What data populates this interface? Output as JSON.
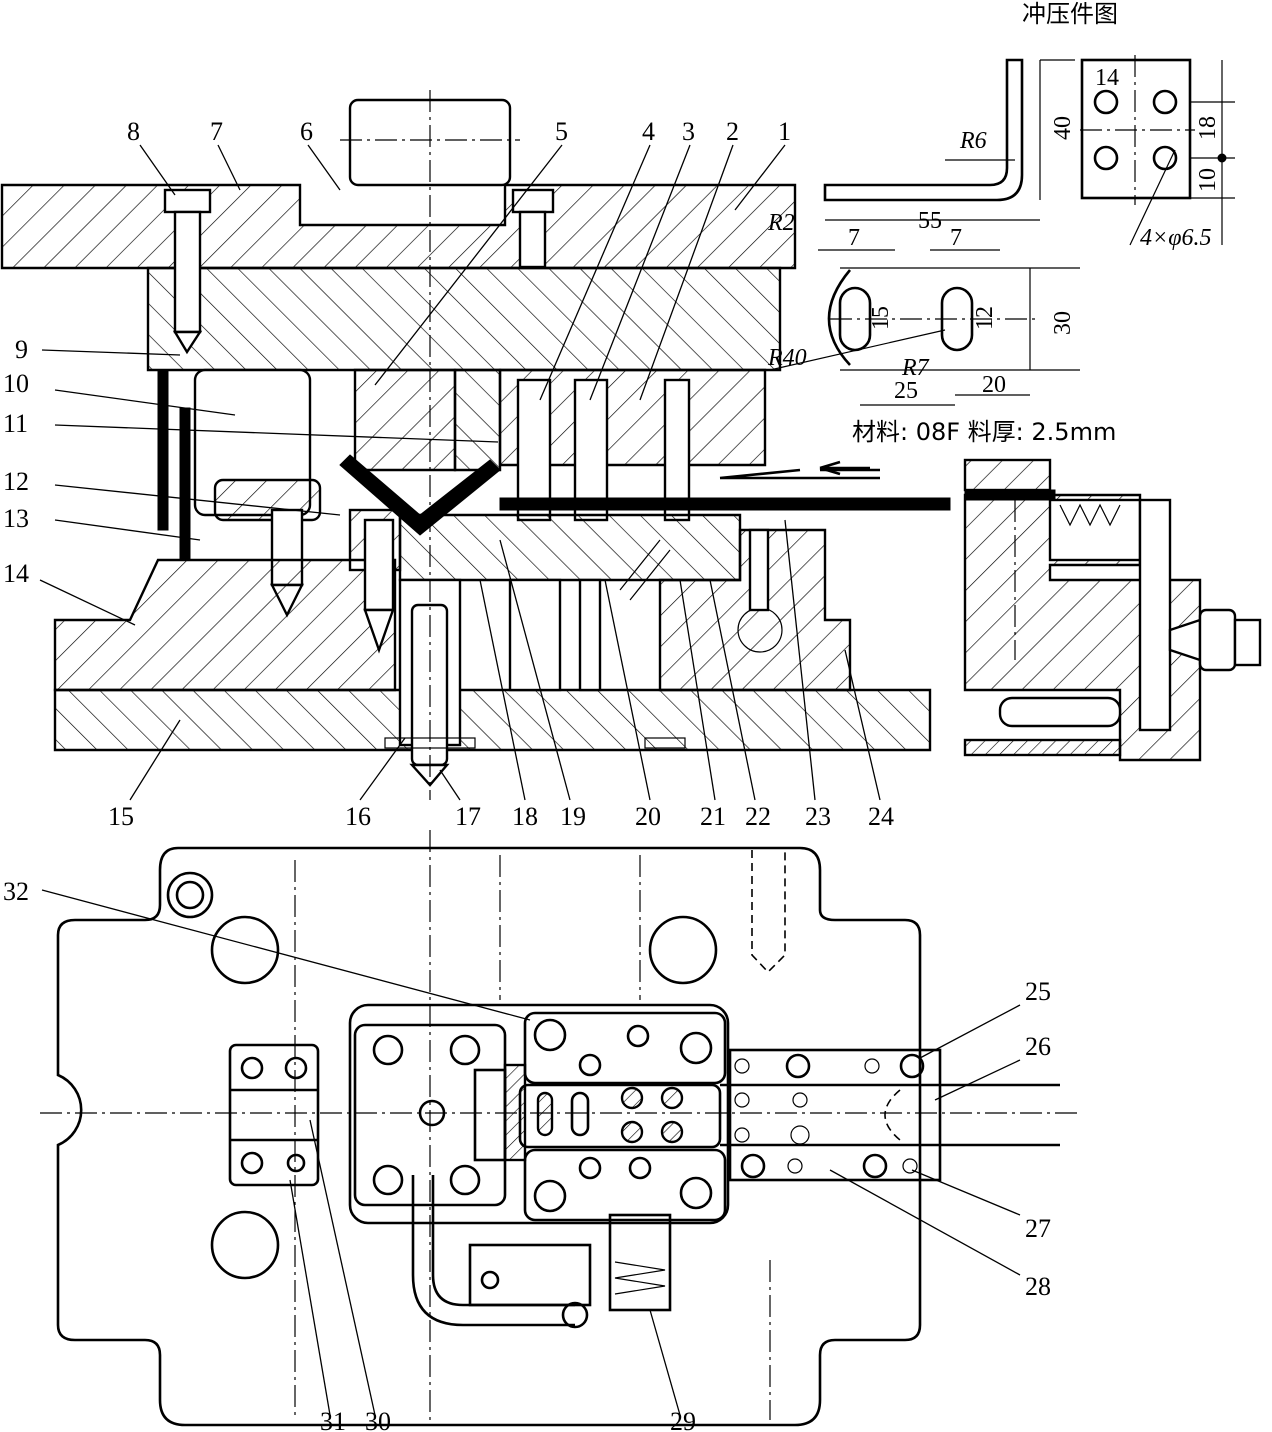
{
  "title": "冲压件图",
  "material_text": "材料: 08F  料厚: 2.5mm",
  "part_numbers": [
    "1",
    "2",
    "3",
    "4",
    "5",
    "6",
    "7",
    "8",
    "9",
    "10",
    "11",
    "12",
    "13",
    "14",
    "15",
    "16",
    "17",
    "18",
    "19",
    "20",
    "21",
    "22",
    "23",
    "24",
    "25",
    "26",
    "27",
    "28",
    "29",
    "30",
    "31",
    "32"
  ],
  "dimensions": {
    "d14": "14",
    "d40": "40",
    "d18": "18",
    "d10": "10",
    "r6": "R6",
    "d55": "55",
    "holes": "4×φ6.5",
    "r2": "R2",
    "d7a": "7",
    "d7b": "7",
    "d15": "15",
    "d12": "12",
    "d30": "30",
    "r40": "R40",
    "r7": "R7",
    "d25": "25",
    "d20": "20"
  },
  "colors": {
    "line": "#000000",
    "background": "#ffffff"
  }
}
